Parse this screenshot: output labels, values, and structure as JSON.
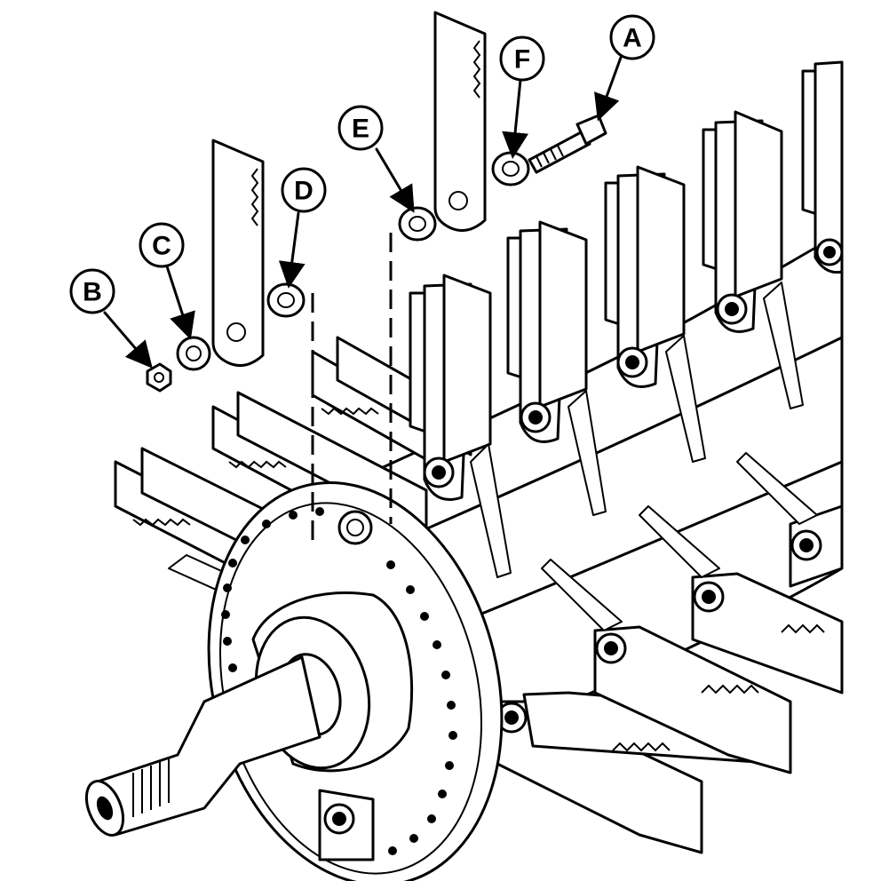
{
  "callouts": [
    {
      "id": "A",
      "label": "A"
    },
    {
      "id": "B",
      "label": "B"
    },
    {
      "id": "C",
      "label": "C"
    },
    {
      "id": "D",
      "label": "D"
    },
    {
      "id": "E",
      "label": "E"
    },
    {
      "id": "F",
      "label": "F"
    }
  ]
}
